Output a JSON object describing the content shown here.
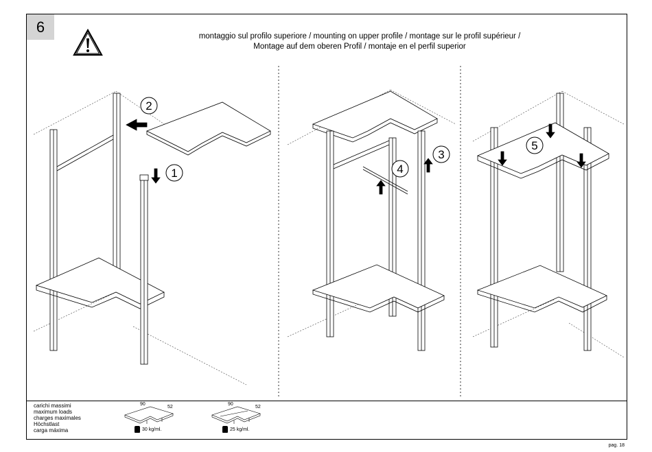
{
  "step_number": "6",
  "icons": {
    "warning": "warning-triangle-icon",
    "weight": "weight-icon"
  },
  "title": {
    "line1": "montaggio sul profilo superiore / mounting on upper profile /  montage sur le profil supérieur /",
    "line2": "Montage auf dem oberen Profil / montaje en el perfil superior"
  },
  "steps": [
    "1",
    "2",
    "3",
    "4",
    "5"
  ],
  "loads": {
    "labels": [
      "carichi massimi",
      "maximum loads",
      "charges maximales",
      "Höchstlast",
      "carga máxima"
    ],
    "shelf1": {
      "width": "90",
      "depth": "52",
      "load": "30 kg/ml."
    },
    "shelf2": {
      "width": "90",
      "depth": "52",
      "load": "25 kg/ml."
    }
  },
  "page": "pag. 18"
}
